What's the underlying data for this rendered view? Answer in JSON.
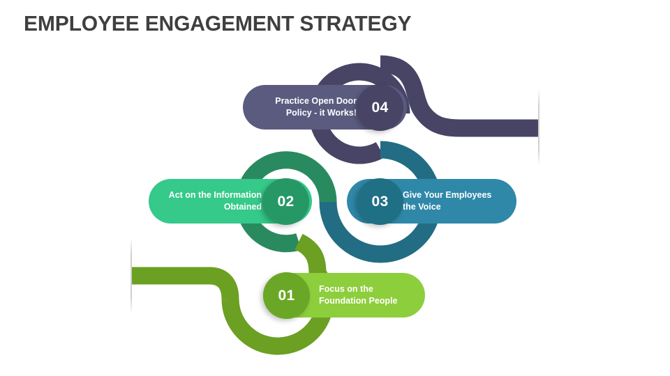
{
  "slide": {
    "title": "EMPLOYEE ENGAGEMENT STRATEGY",
    "background": "#ffffff",
    "title_color": "#3f3f3f"
  },
  "steps": [
    {
      "number": "04",
      "label": "Practice Open Door Policy - it Works!",
      "text_align": "right",
      "pill_color": "#5b5b80",
      "circle_color": "#474465",
      "ribbon_color": "#474465"
    },
    {
      "number": "02",
      "label": "Act on the Information Obtained",
      "text_align": "right",
      "pill_color": "#35c98a",
      "circle_color": "#269866",
      "ribbon_color": "#2a8a5f"
    },
    {
      "number": "03",
      "label": "Give Your Employees the Voice",
      "text_align": "left",
      "pill_color": "#2f88a8",
      "circle_color": "#1f6f85",
      "ribbon_color": "#226d83"
    },
    {
      "number": "01",
      "label": "Focus on the Foundation People",
      "text_align": "left",
      "pill_color": "#8dce3c",
      "circle_color": "#6ba726",
      "ribbon_color": "#6ba023"
    }
  ],
  "guides": {
    "color": "#cfcfcf",
    "count": 2
  }
}
